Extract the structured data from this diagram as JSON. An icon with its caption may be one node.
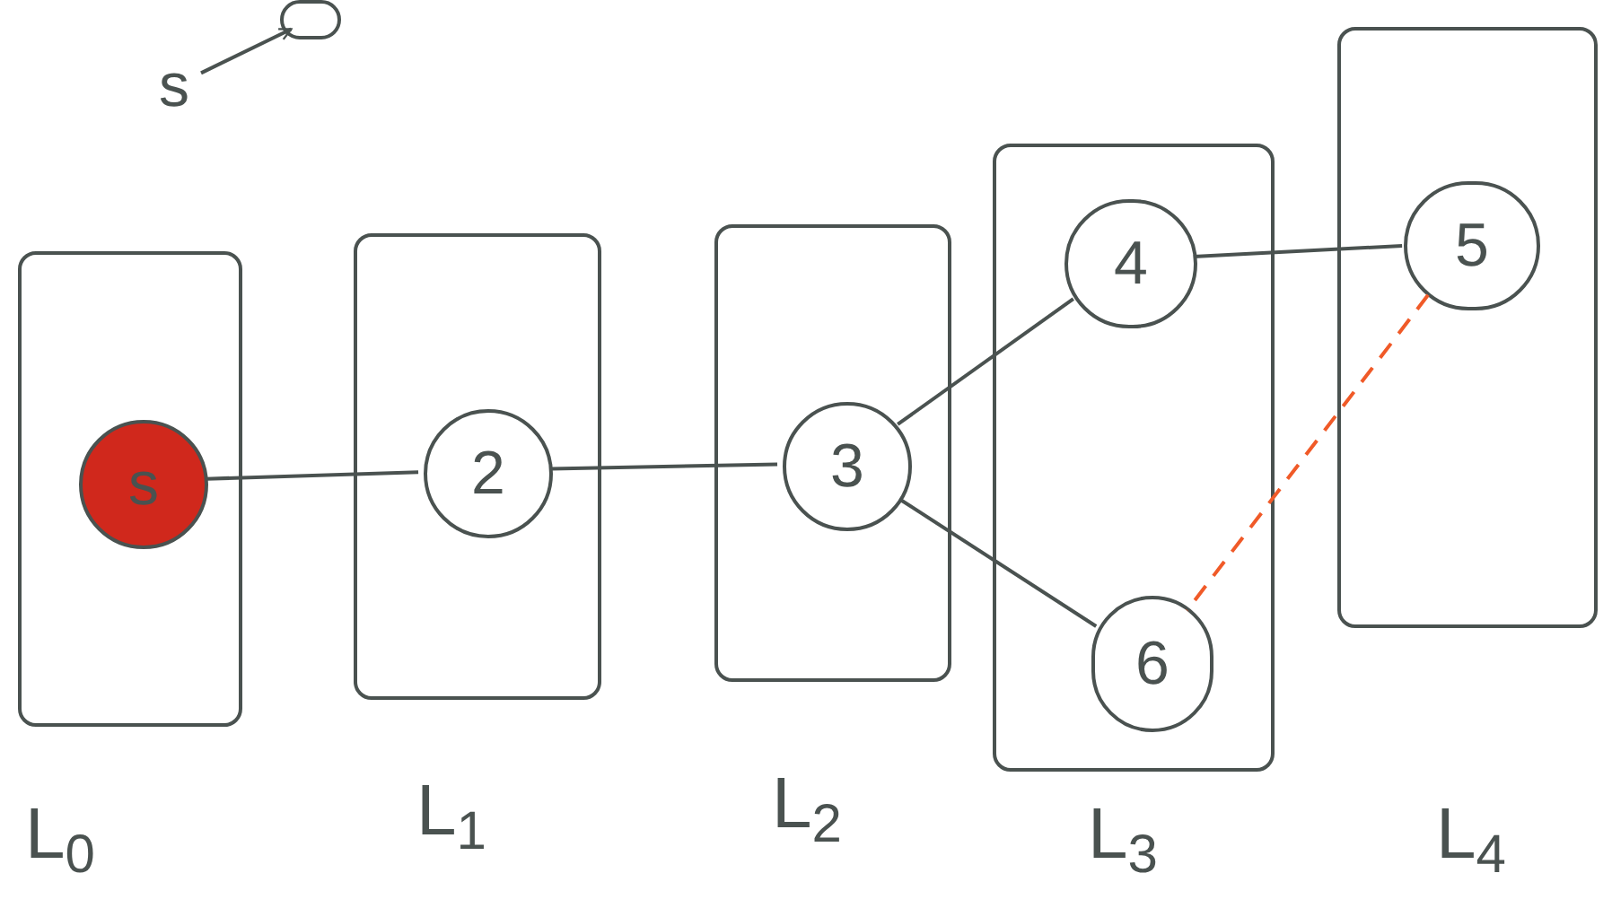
{
  "diagram": {
    "nodes": [
      {
        "text": [
          "s"
        ]
      },
      {
        "text": [],
        "shape": "circle"
      },
      {
        "text": [],
        "shape": "box",
        "beside": [
          "L$_{0}$"
        ]
      },
      {
        "text": [
          "s"
        ],
        "in": 2
      },
      {
        "text": [],
        "shape": "box",
        "beside": [
          "L$_{1}$"
        ]
      },
      {
        "text": [
          "2"
        ],
        "in": 4
      },
      {
        "text": [],
        "shape": "box",
        "beside": [
          "L$_{2}$"
        ]
      },
      {
        "text": [
          "3"
        ],
        "in": 6
      },
      {
        "text": [],
        "shape": "box",
        "beside": [
          "L$_{3}$"
        ]
      },
      {
        "text": [
          "4"
        ],
        "in": 8
      },
      {
        "text": [
          "6"
        ],
        "in": 8
      },
      {
        "text": [],
        "shape": "box",
        "beside": [
          "L$_{4}$"
        ]
      },
      {
        "text": [
          "5"
        ],
        "in": 11
      }
    ],
    "edges": [
      {
        "from": 0,
        "to": 1,
        "arrow": "to"
      },
      {
        "from": 3,
        "to": 5,
        "arrow": "none"
      },
      {
        "from": 5,
        "to": 7,
        "arrow": "none"
      },
      {
        "from": 7,
        "to": 9,
        "arrow": "none"
      },
      {
        "from": 7,
        "to": 10,
        "arrow": "none"
      },
      {
        "from": 9,
        "to": 12,
        "arrow": "none"
      },
      {
        "from": 12,
        "to": 10,
        "arrow": "none",
        "style": "dashed",
        "color": "#f05a28"
      }
    ]
  }
}
